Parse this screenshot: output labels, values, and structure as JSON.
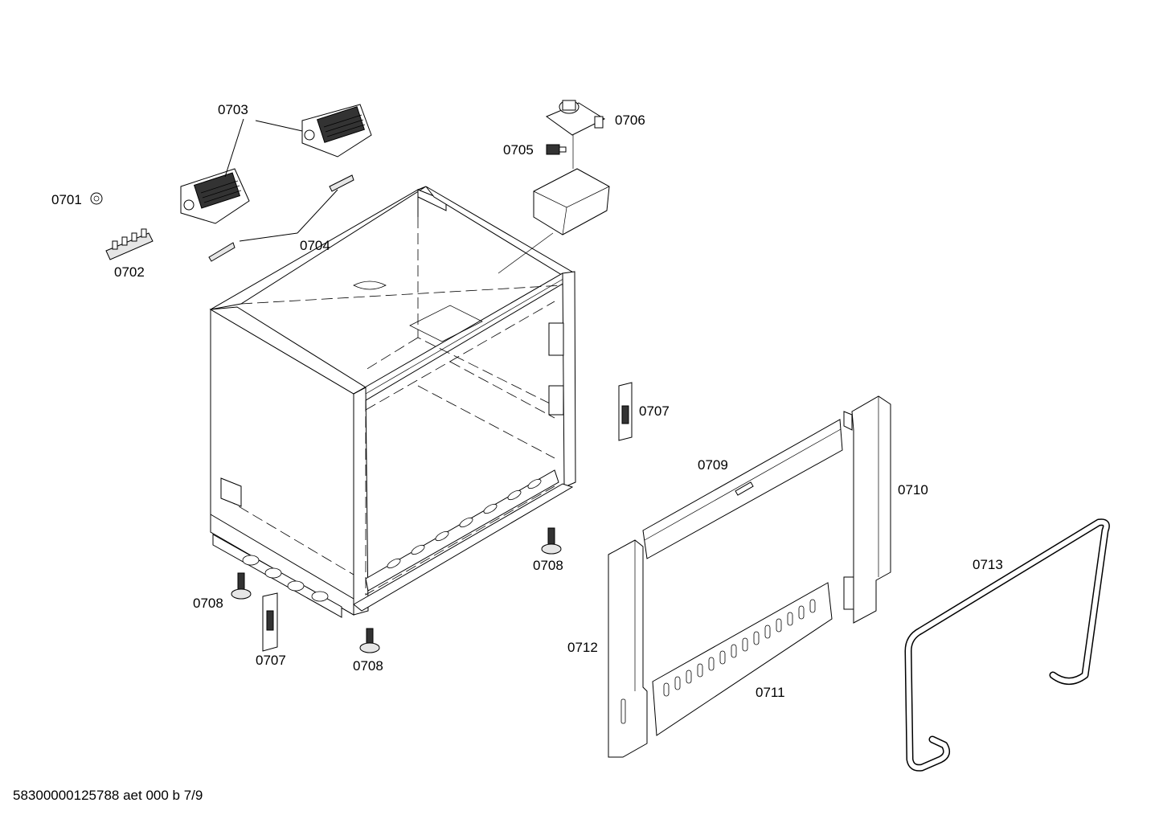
{
  "labels": {
    "p0701": "0701",
    "p0702": "0702",
    "p0703": "0703",
    "p0704": "0704",
    "p0705": "0705",
    "p0706": "0706",
    "p0707a": "0707",
    "p0707b": "0707",
    "p0708a": "0708",
    "p0708b": "0708",
    "p0708c": "0708",
    "p0709": "0709",
    "p0710": "0710",
    "p0711": "0711",
    "p0712": "0712",
    "p0713": "0713"
  },
  "footer": {
    "code": "58300000125788 aet 000 b 7/9"
  }
}
